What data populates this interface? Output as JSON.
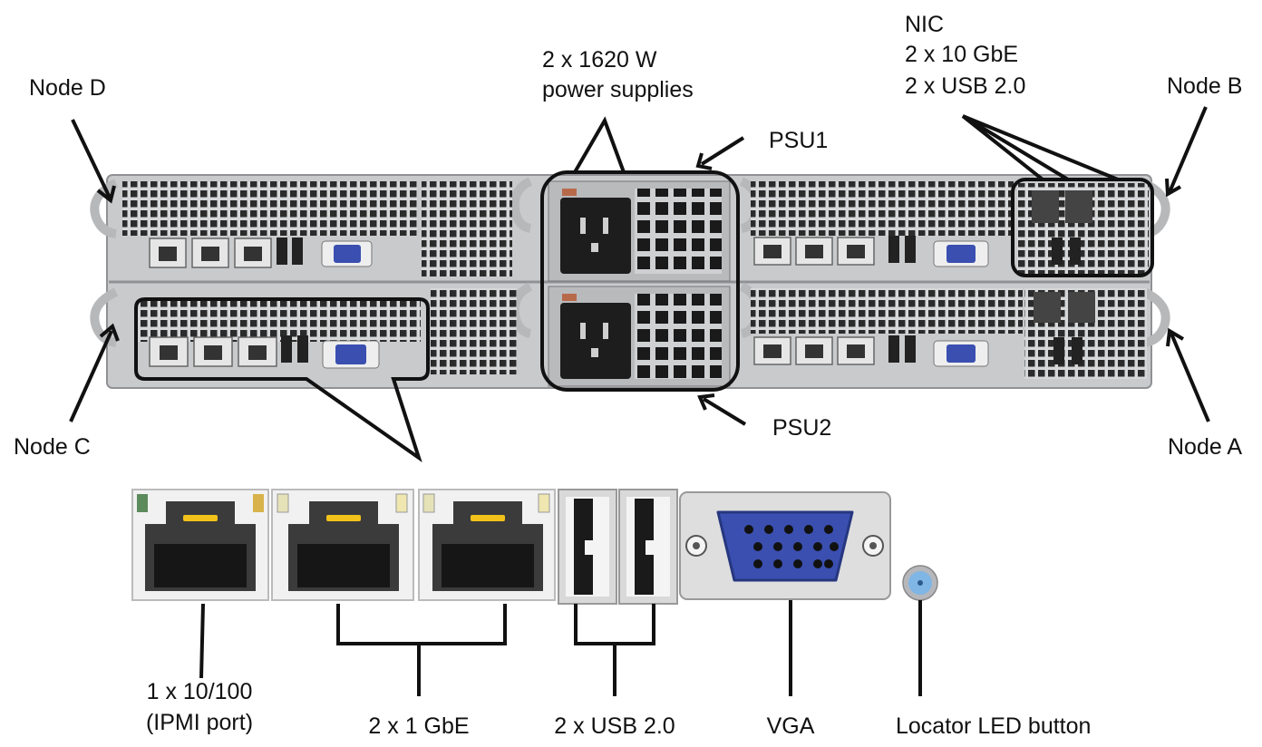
{
  "labels": {
    "node_d": "Node D",
    "node_b": "Node B",
    "node_c": "Node C",
    "node_a": "Node A",
    "psu_title_1": "2 x 1620 W",
    "psu_title_2": "power supplies",
    "psu1": "PSU1",
    "psu2": "PSU2",
    "nic_1": "NIC",
    "nic_2": "2 x 10 GbE",
    "nic_3": "2 x USB 2.0"
  },
  "ports": {
    "ipmi_1": "1 x 10/100",
    "ipmi_2": "(IPMI port)",
    "gbe": "2 x 1 GbE",
    "usb": "2 x USB 2.0",
    "vga": "VGA",
    "locator": "Locator LED button"
  },
  "colors": {
    "chassis": "#c9cacc",
    "vga_blue": "#3a4fb0",
    "locator_blue": "#7fb6e6",
    "led_green": "#5c8a5c",
    "led_amber": "#d8b24a",
    "highlight": "#111111"
  }
}
